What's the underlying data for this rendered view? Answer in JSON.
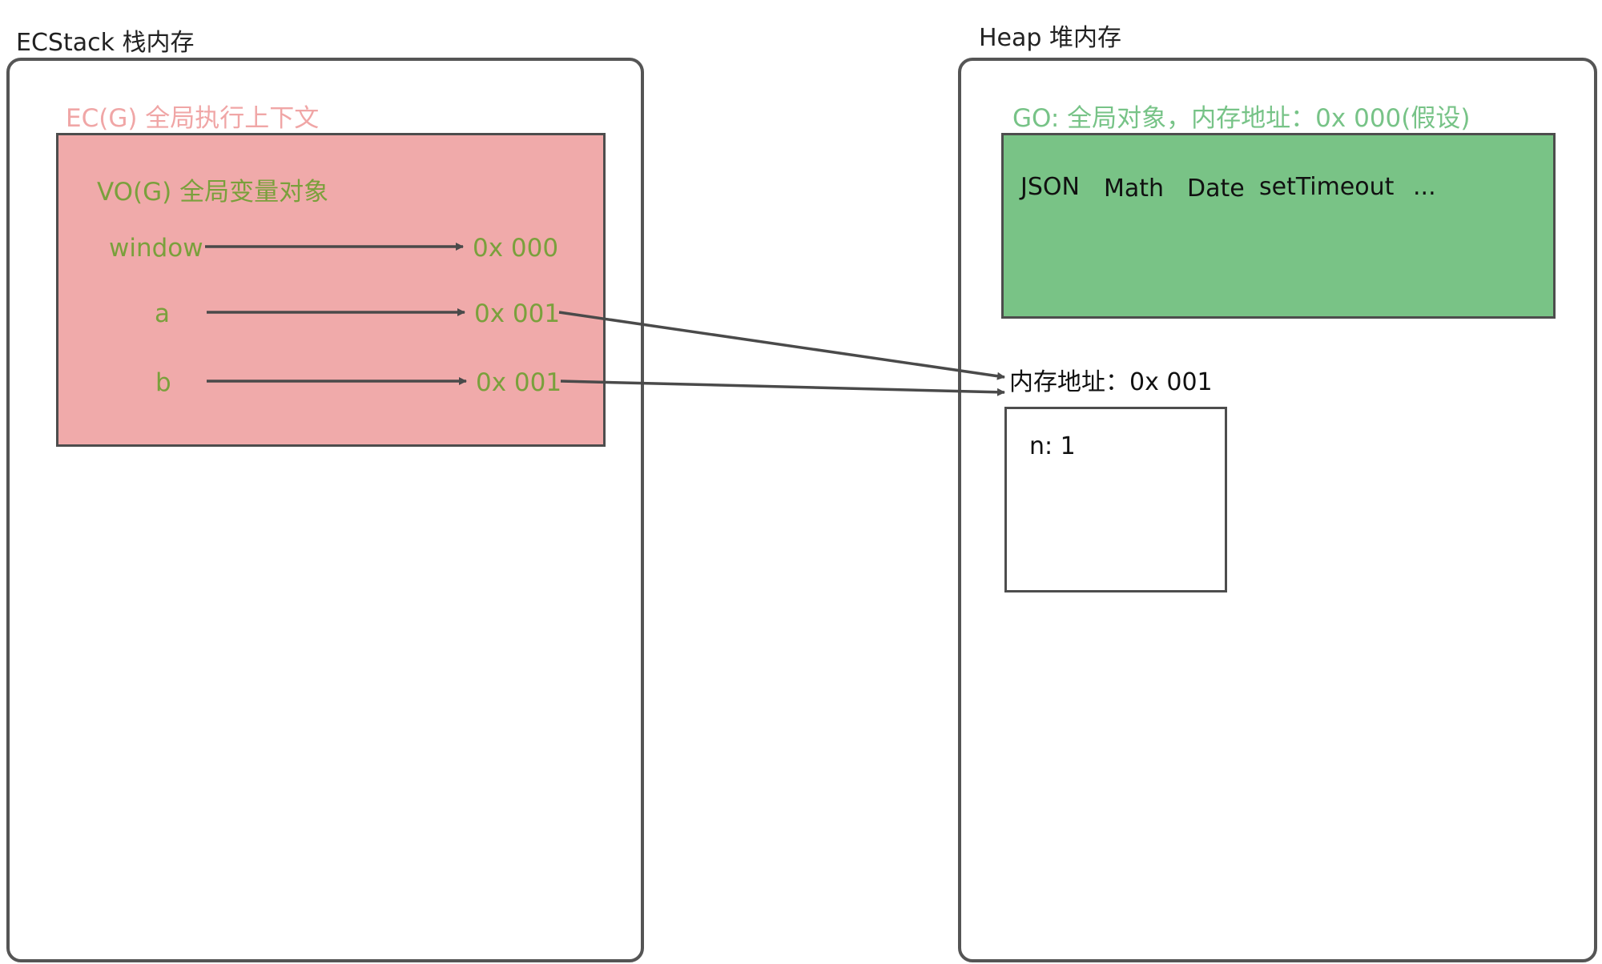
{
  "stack": {
    "title": "ECStack 栈内存",
    "ec_label": "EC(G) 全局执行上下文",
    "vo_label": "VO(G) 全局变量对象",
    "vars": [
      {
        "name": "window",
        "addr": "0x 000"
      },
      {
        "name": "a",
        "addr": "0x 001"
      },
      {
        "name": "b",
        "addr": "0x 001"
      }
    ]
  },
  "heap": {
    "title": "Heap 堆内存",
    "go_label": "GO: 全局对象，内存地址：0x 000(假设)",
    "go_items": [
      "JSON",
      "Math",
      "Date",
      "setTimeout",
      "..."
    ],
    "obj_address_label": "内存地址：0x 001",
    "obj_prop": "n: 1"
  },
  "colors": {
    "ec_label": "#f0a6a6",
    "vo_fill": "#f0aaaa",
    "vo_text": "#7aa03c",
    "go_label": "#77c387",
    "go_fill": "#79c386",
    "border": "#555555",
    "arrow": "#4a4a4a"
  }
}
